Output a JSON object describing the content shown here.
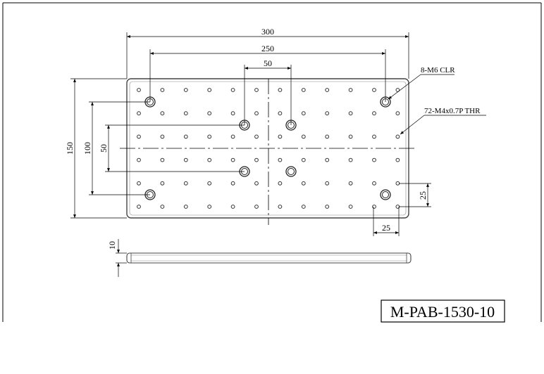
{
  "drawing": {
    "part_number": "M-PAB-1530-10",
    "notes": {
      "clearance": "8-M6 CLR",
      "thread": "72-M4x0.7P THR"
    },
    "dimensions": {
      "overall_width": "300",
      "clr_spacing_x": "250",
      "center_clr_x": "50",
      "overall_height": "150",
      "clr_spacing_y": "100",
      "center_clr_y": "50",
      "thr_pitch_y": "25",
      "thr_pitch_x": "25",
      "thickness": "10"
    },
    "colors": {
      "line": "#000000",
      "plate_edge": "#444444",
      "hole": "#333333"
    }
  }
}
